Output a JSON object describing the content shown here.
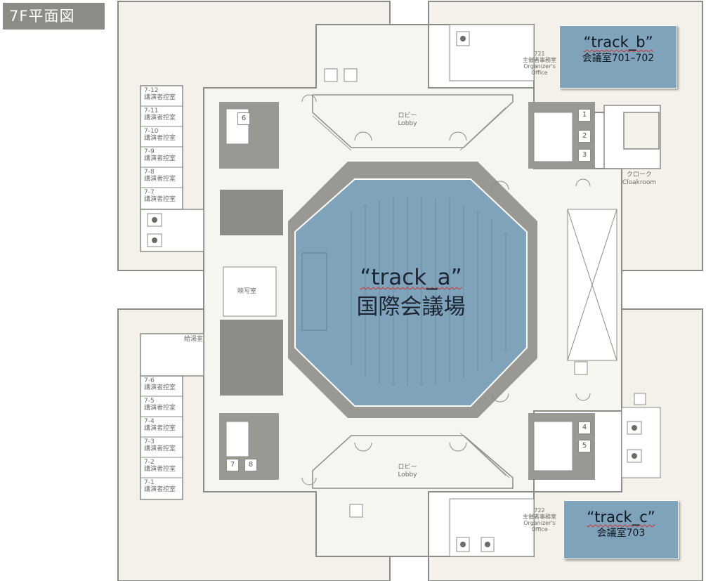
{
  "page_title": "7F平面図",
  "colors": {
    "wall": "#8d8b85",
    "floor": "#f4f1ea",
    "hall_fill": "#7fa3ba",
    "highlight": "#7fa3ba"
  },
  "tracks": {
    "a": {
      "name": "“track_a”",
      "room": "国際会議場"
    },
    "b": {
      "name": "“track_b”",
      "room": "会議室701–702"
    },
    "c": {
      "name": "“track_c”",
      "room": "会議室703"
    }
  },
  "lobby_top": {
    "jp": "ロビー",
    "en": "Lobby"
  },
  "lobby_bottom": {
    "jp": "ロビー",
    "en": "Lobby"
  },
  "cloakroom": {
    "jp": "クローク",
    "en": "Cloakroom"
  },
  "projection_room": "映写室",
  "kitchenette": "給湯室",
  "office_721": {
    "number": "721",
    "jp": "主催者事務室",
    "en1": "Organizer's",
    "en2": "Office"
  },
  "office_722": {
    "number": "722",
    "jp": "主催者事務室",
    "en1": "Organizer's",
    "en2": "Office"
  },
  "speaker_rooms_top": [
    {
      "num": "7-12",
      "label": "講演者控室"
    },
    {
      "num": "7-11",
      "label": "講演者控室"
    },
    {
      "num": "7-10",
      "label": "講演者控室"
    },
    {
      "num": "7-9",
      "label": "講演者控室"
    },
    {
      "num": "7-8",
      "label": "講演者控室"
    },
    {
      "num": "7-7",
      "label": "講演者控室"
    }
  ],
  "speaker_rooms_bottom": [
    {
      "num": "7-6",
      "label": "講演者控室"
    },
    {
      "num": "7-5",
      "label": "講演者控室"
    },
    {
      "num": "7-4",
      "label": "講演者控室"
    },
    {
      "num": "7-3",
      "label": "講演者控室"
    },
    {
      "num": "7-2",
      "label": "講演者控室"
    },
    {
      "num": "7-1",
      "label": "講演者控室"
    }
  ],
  "elevators": {
    "e1": "1",
    "e2": "2",
    "e3": "3",
    "e4": "4",
    "e5": "5",
    "e6": "6",
    "e7": "7",
    "e8": "8"
  }
}
